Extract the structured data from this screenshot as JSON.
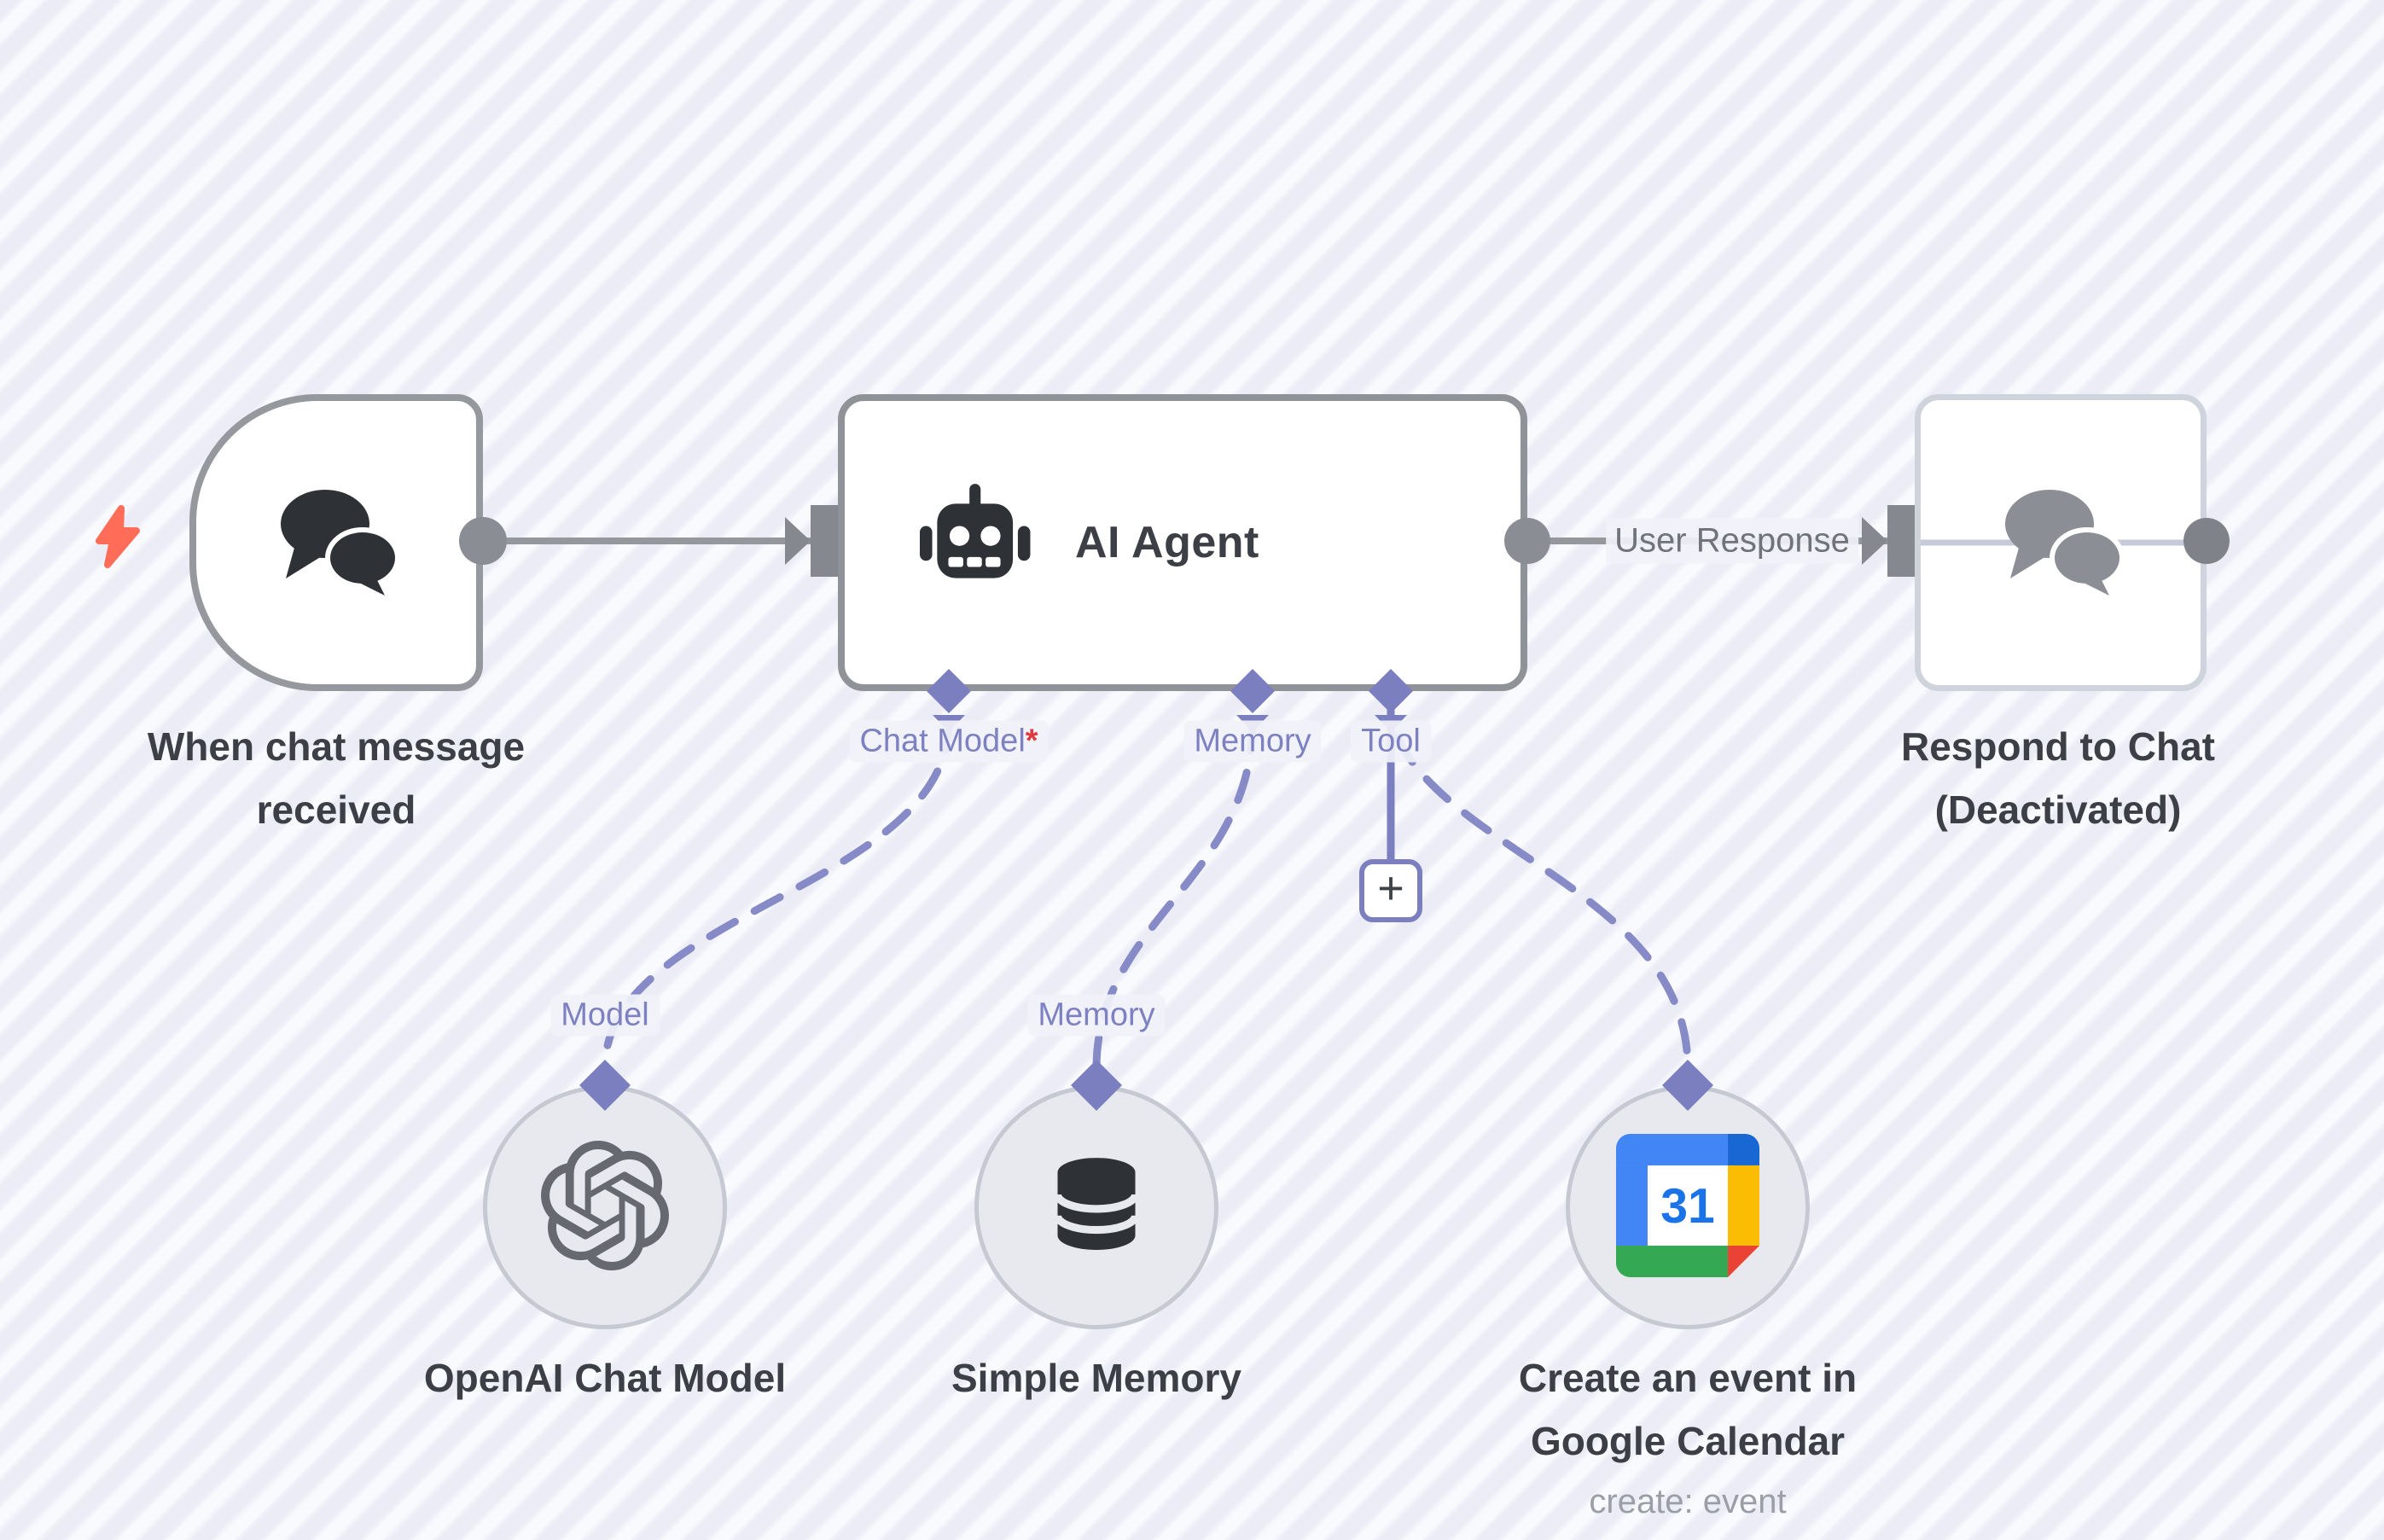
{
  "canvas": {
    "type": "workflow-editor",
    "colors": {
      "accent_purple": "#7b7fc0",
      "connector_gray": "#85888e",
      "required_red": "#e0393f",
      "stripe_lavender": "#ebecf6",
      "stripe_white": "#f9fafd",
      "calendar_blue": "#4285f4",
      "calendar_dark_blue": "#1967d2",
      "calendar_yellow": "#fbbc04",
      "calendar_green": "#34a853",
      "calendar_red": "#ea4335"
    }
  },
  "nodes": {
    "trigger": {
      "label_lines": [
        "When chat message",
        "received"
      ]
    },
    "agent": {
      "title": "AI Agent",
      "ports": {
        "chat_model": {
          "label": "Chat Model",
          "required_mark": "*"
        },
        "memory": {
          "label": "Memory"
        },
        "tool": {
          "label": "Tool"
        }
      }
    },
    "respond": {
      "label_lines": [
        "Respond to Chat",
        "(Deactivated)"
      ]
    },
    "openai": {
      "label": "OpenAI Chat Model",
      "port_label": "Model"
    },
    "simple_memory": {
      "label": "Simple Memory",
      "port_label": "Memory"
    },
    "calendar": {
      "label_lines": [
        "Create an event in",
        "Google Calendar"
      ],
      "sublabel": "create: event",
      "icon_day": "31"
    }
  },
  "connections": {
    "agent_to_respond_label": "User Response"
  },
  "buttons": {
    "add_tool": "+"
  }
}
